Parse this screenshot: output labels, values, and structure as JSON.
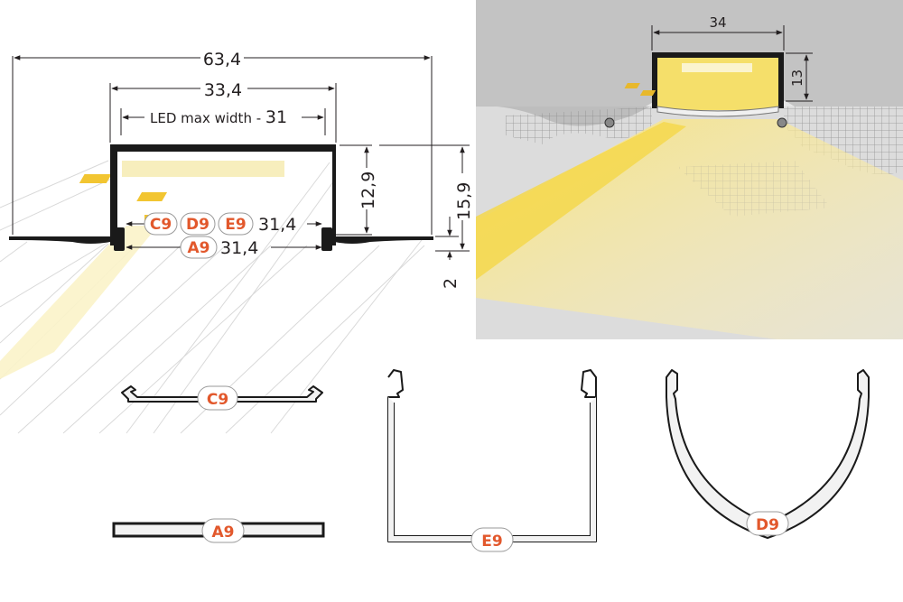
{
  "dimensions": {
    "overall_width": "63,4",
    "profile_width": "33,4",
    "led_label": "LED max width - ",
    "led_value": "31",
    "height_inner": "12,9",
    "height_outer": "15,9",
    "flange": "2",
    "cover_width_1": "31,4",
    "cover_width_2": "31,4"
  },
  "install": {
    "width": "34",
    "depth": "13"
  },
  "covers": {
    "c9": "C9",
    "d9": "D9",
    "e9": "E9",
    "a9": "A9"
  },
  "colors": {
    "profile": "#1a1a1a",
    "label_text": "#e2582c",
    "light": "#f6e27a",
    "ceiling": "#c8c8c8"
  }
}
